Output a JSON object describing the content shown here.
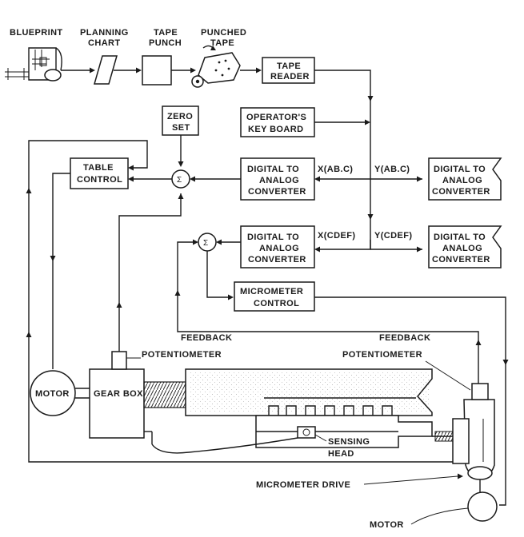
{
  "top_row": {
    "blueprint": "BLUEPRINT",
    "planning_chart": [
      "PLANNING",
      "CHART"
    ],
    "tape_punch": [
      "TAPE",
      "PUNCH"
    ],
    "punched_tape": [
      "PUNCHED",
      "TAPE"
    ],
    "tape_reader": [
      "TAPE",
      "READER"
    ]
  },
  "blocks": {
    "zero_set": [
      "ZERO",
      "SET"
    ],
    "operators_keyboard": [
      "OPERATOR'S",
      "KEY BOARD"
    ],
    "table_control": [
      "TABLE",
      "CONTROL"
    ],
    "dac_x_abc": [
      "DIGITAL TO",
      "ANALOG",
      "CONVERTER"
    ],
    "dac_y_abc": [
      "DIGITAL TO",
      "ANALOG",
      "CONVERTER"
    ],
    "dac_x_cdef": [
      "DIGITAL TO",
      "ANALOG",
      "CONVERTER"
    ],
    "dac_y_cdef": [
      "DIGITAL TO",
      "ANALOG",
      "CONVERTER"
    ],
    "micrometer_control": [
      "MICROMETER",
      "CONTROL"
    ],
    "motor_left": "MOTOR",
    "gear_box": "GEAR BOX"
  },
  "signals": {
    "x_abc": "X(AB.C)",
    "y_abc": "Y(AB.C)",
    "x_cdef": "X(CDEF)",
    "y_cdef": "Y(CDEF)",
    "sum_symbol": "Σ"
  },
  "callouts": {
    "feedback_pot_left": [
      "FEEDBACK",
      "POTENTIOMETER"
    ],
    "feedback_pot_right": [
      "FEEDBACK",
      "POTENTIOMETER"
    ],
    "sensing_head": [
      "SENSING",
      "HEAD"
    ],
    "micrometer_drive": "MICROMETER DRIVE",
    "motor_bottom": "MOTOR"
  }
}
